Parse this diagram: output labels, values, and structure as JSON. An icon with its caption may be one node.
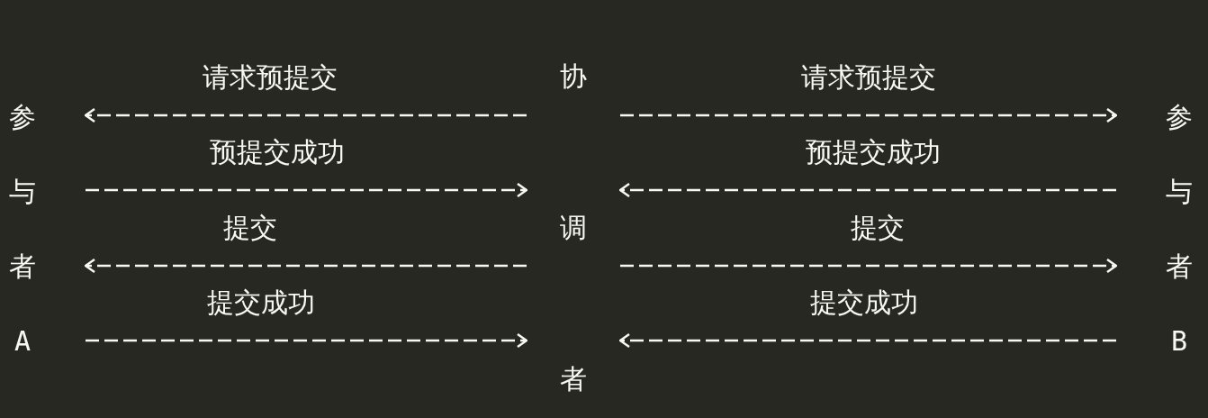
{
  "diagram": {
    "nodes": [
      {
        "text": [
          "参与者A"
        ]
      },
      {
        "text": [
          "协调者"
        ]
      },
      {
        "text": [
          "参与者B"
        ]
      }
    ],
    "edges": [
      {
        "from": 1,
        "to": 0,
        "arrow": "to",
        "label": "请求预提交",
        "style": "dashed"
      },
      {
        "from": 1,
        "to": 2,
        "arrow": "to",
        "label": "请求预提交",
        "style": "dashed"
      },
      {
        "from": 0,
        "to": 1,
        "arrow": "to",
        "label": "预提交成功",
        "style": "dashed"
      },
      {
        "from": 2,
        "to": 1,
        "arrow": "to",
        "label": "预提交成功",
        "style": "dashed"
      },
      {
        "from": 1,
        "to": 0,
        "arrow": "to",
        "label": "提交",
        "style": "dashed"
      },
      {
        "from": 1,
        "to": 2,
        "arrow": "to",
        "label": "提交",
        "style": "dashed"
      },
      {
        "from": 0,
        "to": 1,
        "arrow": "to",
        "label": "提交成功",
        "style": "dashed"
      },
      {
        "from": 2,
        "to": 1,
        "arrow": "to",
        "label": "提交成功",
        "style": "dashed"
      }
    ]
  }
}
